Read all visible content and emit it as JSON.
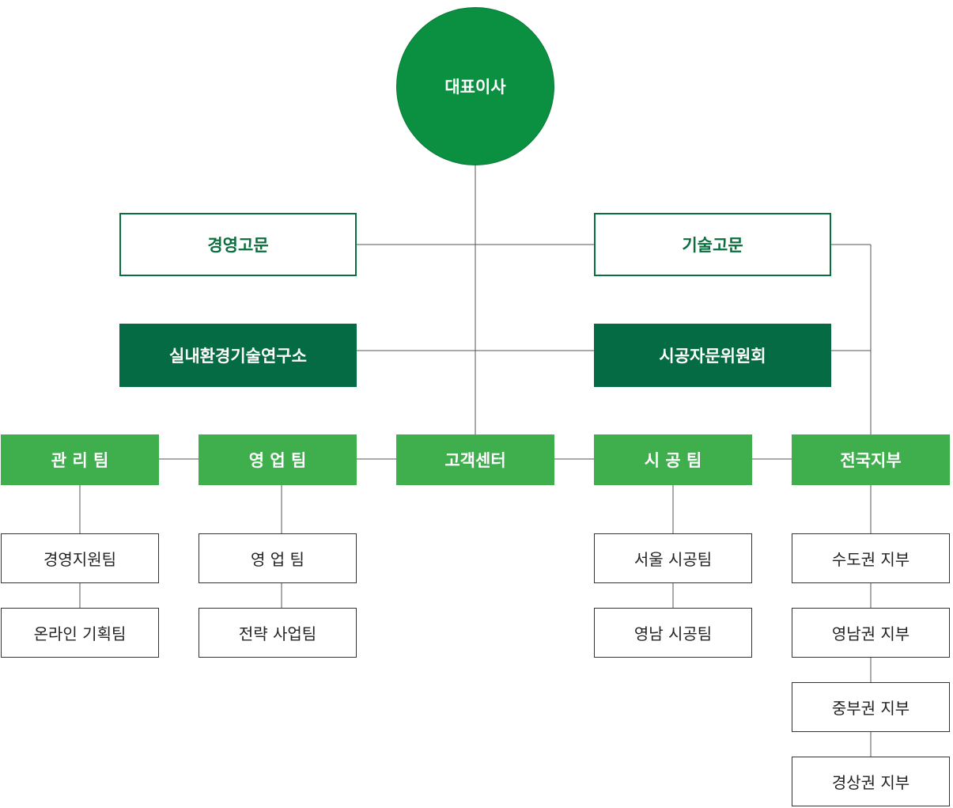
{
  "ceo": {
    "label": "대표이사"
  },
  "advisors": {
    "management": "경영고문",
    "technical": "기술고문"
  },
  "committees": {
    "research_institute": "실내환경기술연구소",
    "construction_committee": "시공자문위원회"
  },
  "teams": [
    {
      "label": "관 리 팀"
    },
    {
      "label": "영 업 팀"
    },
    {
      "label": "고객센터"
    },
    {
      "label": "시 공 팀"
    },
    {
      "label": "전국지부"
    }
  ],
  "sub_units": {
    "management": [
      "경영지원팀",
      "온라인 기획팀"
    ],
    "sales": [
      "영 업 팀",
      "전략 사업팀"
    ],
    "construction": [
      "서울 시공팀",
      "영남 시공팀"
    ],
    "branches": [
      "수도권 지부",
      "영남권 지부",
      "중부권 지부",
      "경상권 지부"
    ]
  },
  "colors": {
    "ceo": "#0a9040",
    "advisor_border": "#0a6e3f",
    "committee": "#046b44",
    "team": "#3fae4d",
    "line": "#555555"
  }
}
